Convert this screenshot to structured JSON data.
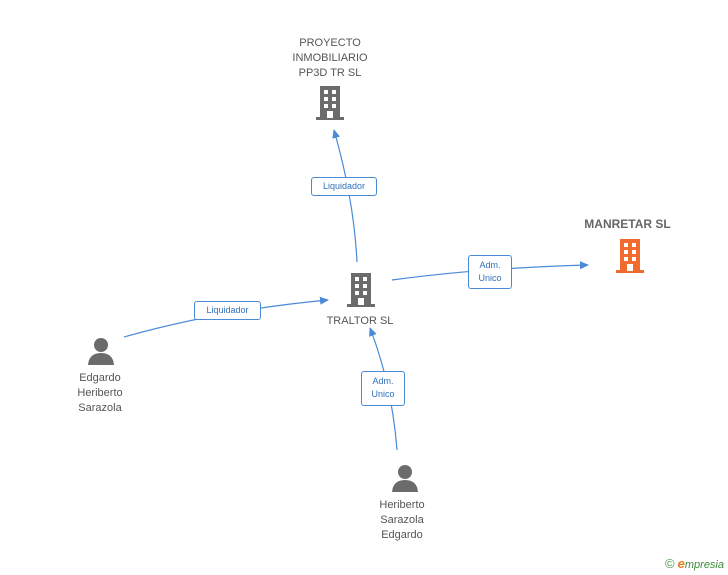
{
  "nodes": {
    "proyecto": {
      "label": "PROYECTO\nINMOBILIARIO\nPP3D TR SL",
      "icon": "building-icon",
      "color": "#6b6b6b"
    },
    "manretar": {
      "label": "MANRETAR SL",
      "icon": "building-icon",
      "color": "#f26b2e"
    },
    "traltor": {
      "label": "TRALTOR SL",
      "icon": "building-icon",
      "color": "#6b6b6b"
    },
    "edgardo": {
      "label": "Edgardo\nHeriberto\nSarazola",
      "icon": "person-icon",
      "color": "#6b6b6b"
    },
    "heriberto": {
      "label": "Heriberto\nSarazola\nEdgardo",
      "icon": "person-icon",
      "color": "#6b6b6b"
    }
  },
  "edges": {
    "traltor_proyecto": "Liquidador",
    "traltor_manretar": "Adm.\nUnico",
    "edgardo_traltor": "Liquidador",
    "heriberto_traltor": "Adm.\nUnico"
  },
  "edge_color": "#4a8ad6",
  "brand": {
    "copyright": "©",
    "e": "e",
    "rest": "mpresia"
  }
}
